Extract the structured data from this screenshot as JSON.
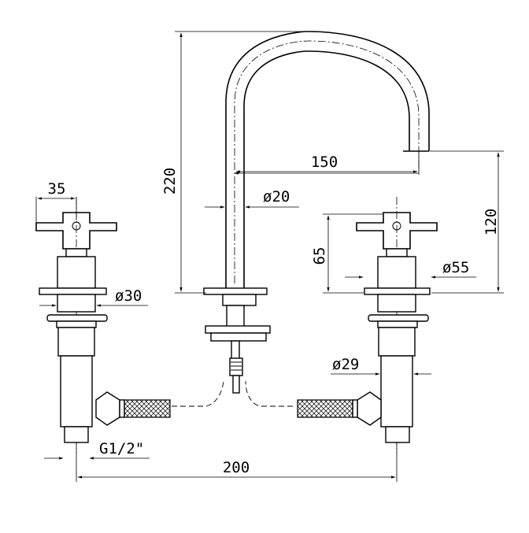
{
  "dimensions": {
    "spout_height": "220",
    "spout_reach": "150",
    "spout_diameter": "ø20",
    "handle_width": "35",
    "handle_height": "65",
    "outlet_height": "120",
    "rosette_diameter_left": "ø30",
    "rosette_diameter_right": "ø55",
    "body_diameter": "ø29",
    "connection_thread": "G1/2\"",
    "center_distance": "200"
  }
}
